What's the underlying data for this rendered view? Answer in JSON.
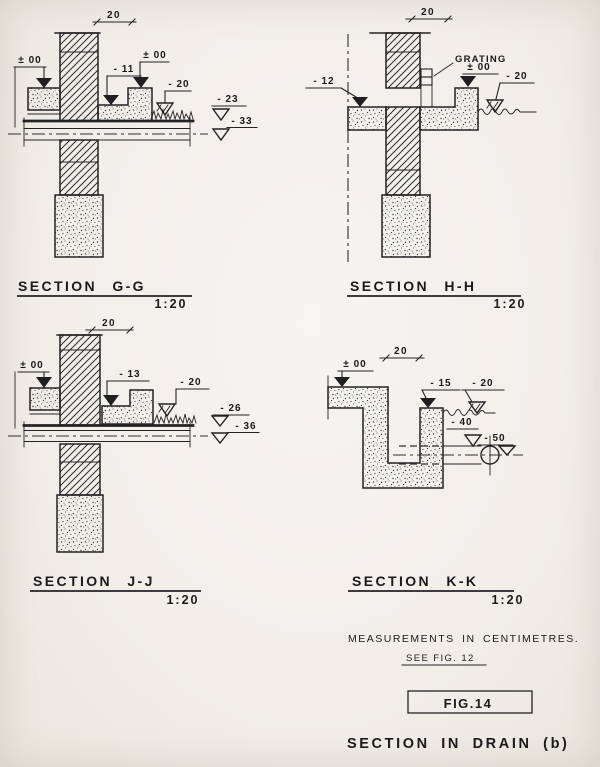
{
  "sections": {
    "gg": {
      "title": "SECTION G-G",
      "scale": "1:20",
      "dim": "20",
      "levels": {
        "floor": "± 00",
        "step": "- 11",
        "curb": "± 00",
        "ground": "- 20",
        "cover": "- 23",
        "invert": "- 33"
      }
    },
    "hh": {
      "title": "SECTION H-H",
      "scale": "1:20",
      "dim": "20",
      "grating": "GRATING",
      "levels": {
        "floor": "- 12",
        "curb": "± 00",
        "ground": "- 20"
      }
    },
    "jj": {
      "title": "SECTION J-J",
      "scale": "1:20",
      "dim": "20",
      "levels": {
        "floor": "± 00",
        "step": "- 13",
        "ground": "- 20",
        "cover": "- 26",
        "invert": "- 36"
      }
    },
    "kk": {
      "title": "SECTION K-K",
      "scale": "1:20",
      "dim": "20",
      "levels": {
        "floor": "± 00",
        "wall": "- 15",
        "ground": "- 20",
        "pipe_top": "- 40",
        "pipe_invert": "- 50"
      }
    }
  },
  "notes": {
    "units": "MEASUREMENTS IN CENTIMETRES.",
    "reference": "SEE FIG. 12",
    "figure": "FIG.14",
    "caption": "SECTION IN DRAIN (b)"
  },
  "colors": {
    "ink": "#232323",
    "paper": "#f2efe9"
  }
}
